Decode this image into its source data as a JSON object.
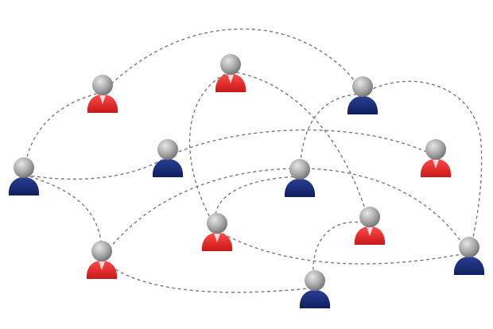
{
  "colors": {
    "background": "#ffffff",
    "edge": "#7a7a7a",
    "red_body": "#ee2a2a",
    "red_body_dark": "#b81414",
    "blue_body": "#1b2f7e",
    "blue_body_dark": "#0c1a52",
    "head": "#a8a8a8",
    "head_dark": "#6a6a6a",
    "head_light": "#e6e6e6"
  },
  "nodes": [
    {
      "id": "p1",
      "group": "red",
      "icon": "person-icon"
    },
    {
      "id": "p2",
      "group": "red",
      "icon": "person-icon"
    },
    {
      "id": "p3",
      "group": "blue",
      "icon": "person-icon"
    },
    {
      "id": "p4",
      "group": "blue",
      "icon": "person-icon"
    },
    {
      "id": "p5",
      "group": "red",
      "icon": "person-icon"
    },
    {
      "id": "p6",
      "group": "blue",
      "icon": "person-icon"
    },
    {
      "id": "p7",
      "group": "blue",
      "icon": "person-icon"
    },
    {
      "id": "p8",
      "group": "red",
      "icon": "person-icon"
    },
    {
      "id": "p9",
      "group": "red",
      "icon": "person-icon"
    },
    {
      "id": "p10",
      "group": "red",
      "icon": "person-icon"
    },
    {
      "id": "p11",
      "group": "blue",
      "icon": "person-icon"
    },
    {
      "id": "p12",
      "group": "blue",
      "icon": "person-icon"
    }
  ],
  "edges": [
    [
      "p1",
      "p6"
    ],
    [
      "p1",
      "p3"
    ],
    [
      "p2",
      "p8"
    ],
    [
      "p2",
      "p9"
    ],
    [
      "p3",
      "p7"
    ],
    [
      "p3",
      "p12"
    ],
    [
      "p4",
      "p5"
    ],
    [
      "p4",
      "p6"
    ],
    [
      "p6",
      "p10"
    ],
    [
      "p10",
      "p11"
    ],
    [
      "p10",
      "p7"
    ],
    [
      "p7",
      "p9"
    ],
    [
      "p7",
      "p12"
    ],
    [
      "p8",
      "p12"
    ],
    [
      "p9",
      "p11"
    ]
  ]
}
